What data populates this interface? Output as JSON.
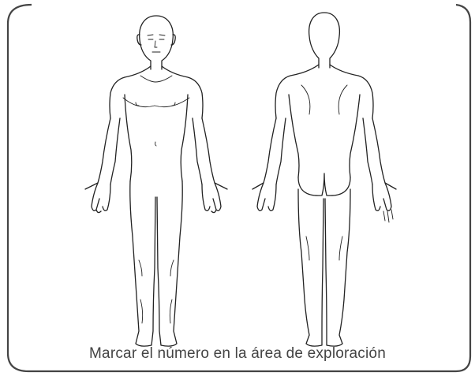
{
  "caption": "Marcar el número en la área de exploración",
  "figures": [
    {
      "view": "front"
    },
    {
      "view": "back"
    }
  ],
  "colors": {
    "frame": "#444444",
    "outline": "#222222",
    "caption": "#444444",
    "background": "#ffffff"
  }
}
